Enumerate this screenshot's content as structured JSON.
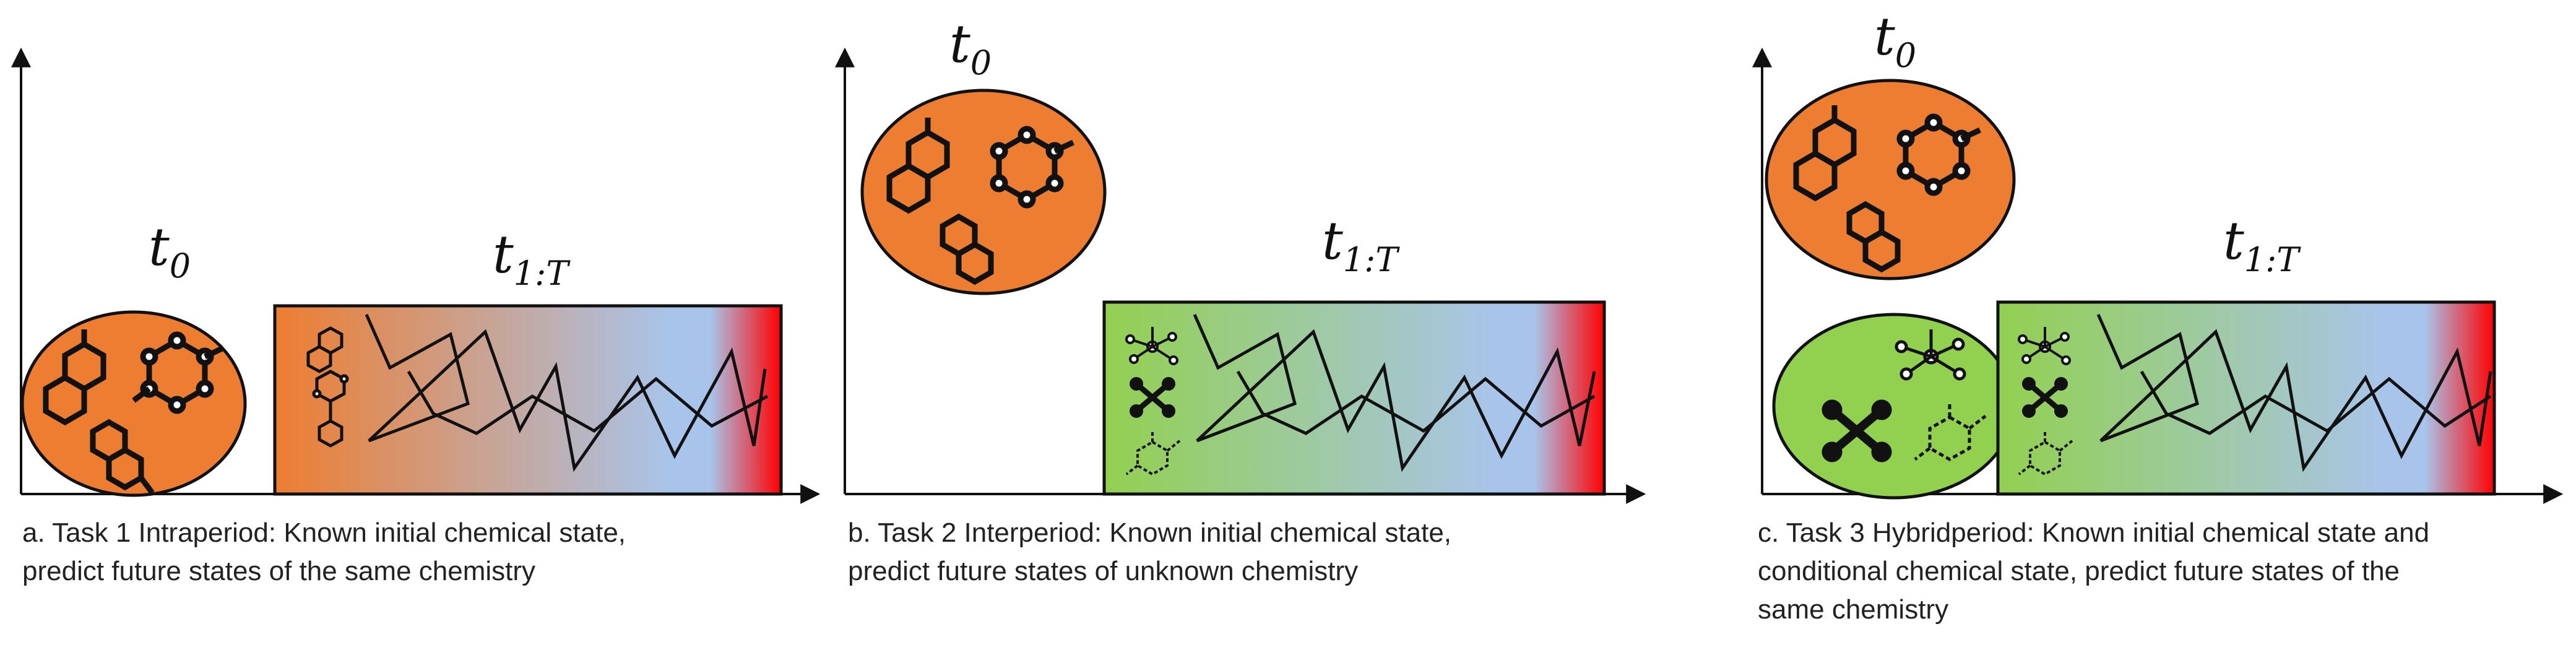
{
  "panels": [
    {
      "id": "task1",
      "t0_label": "t",
      "t0_sub": "0",
      "t1T_label": "t",
      "t1T_sub": "1:T",
      "caption_lines": [
        "a. Task 1 Intraperiod: Known initial chemical state,",
        "predict future states of the same chemistry"
      ],
      "state_ellipses": [
        {
          "fill": "#ed7d31",
          "molecules": "aromatic"
        }
      ],
      "sequence_box": {
        "gradient_start": "#ed7d31",
        "gradient_mid": "#a9c4ea",
        "gradient_end": "#ff0000",
        "molecules": "aromatic"
      }
    },
    {
      "id": "task2",
      "t0_label": "t",
      "t0_sub": "0",
      "t1T_label": "t",
      "t1T_sub": "1:T",
      "caption_lines": [
        "b. Task 2 Interperiod: Known initial chemical state,",
        "predict future states of unknown chemistry"
      ],
      "state_ellipses": [
        {
          "fill": "#ed7d31",
          "molecules": "aromatic"
        }
      ],
      "sequence_box": {
        "gradient_start": "#92d050",
        "gradient_mid": "#a9c4ea",
        "gradient_end": "#ff0000",
        "molecules": "other"
      }
    },
    {
      "id": "task3",
      "t0_label": "t",
      "t0_sub": "0",
      "t1T_label": "t",
      "t1T_sub": "1:T",
      "caption_lines": [
        "c. Task 3 Hybridperiod: Known initial chemical state and",
        "conditional chemical state, predict future states of the",
        "same chemistry"
      ],
      "state_ellipses": [
        {
          "fill": "#ed7d31",
          "molecules": "aromatic"
        },
        {
          "fill": "#92d050",
          "molecules": "other"
        }
      ],
      "sequence_box": {
        "gradient_start": "#92d050",
        "gradient_mid": "#a9c4ea",
        "gradient_end": "#ff0000",
        "molecules": "other"
      }
    }
  ]
}
